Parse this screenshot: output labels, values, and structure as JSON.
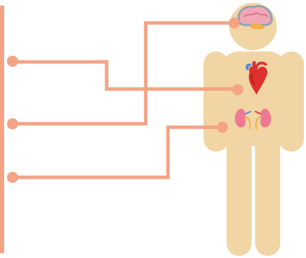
{
  "diagram": {
    "accent_color": "#f4a385",
    "body_color": "#f1d5a4",
    "nodes": [
      {
        "organ": "brain-icon",
        "marker": "brain-connector-dot"
      },
      {
        "organ": "heart-icon",
        "marker": "heart-connector-dot"
      },
      {
        "organ": "kidneys-icon",
        "marker": "kidneys-connector-dot"
      }
    ]
  }
}
